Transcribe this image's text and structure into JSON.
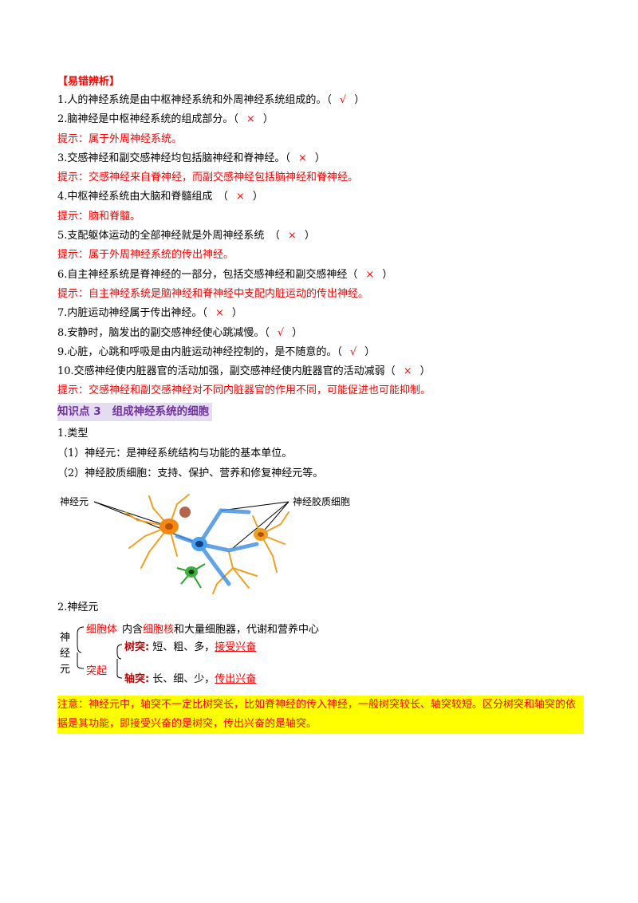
{
  "section_tag": "【易错辨析】",
  "items": [
    {
      "text": "1.人的神经系统是由中枢神经系统和外周神经系统组成的。（",
      "mark": "√",
      "close": "）"
    },
    {
      "text": "2.脑神经是中枢神经系统的组成部分。（",
      "mark": "×",
      "close": "）",
      "hint": "提示：属于外周神经系统。"
    },
    {
      "text": "3.交感神经和副交感神经均包括脑神经和脊神经。（",
      "mark": "×",
      "close": "）",
      "hint": "提示：交感神经来自脊神经，而副交感神经包括脑神经和脊神经。"
    },
    {
      "text": "4.中枢神经系统由大脑和脊髓组成　（",
      "mark": "×",
      "close": "）",
      "hint": "提示：脑和脊髓。"
    },
    {
      "text": "5.支配躯体运动的全部神经就是外周神经系统　（",
      "mark": "×",
      "close": "）",
      "hint": "提示：属于外周神经系统的传出神经。"
    },
    {
      "text": "6.自主神经系统是脊神经的一部分，包括交感神经和副交感神经（",
      "mark": "×",
      "close": "）",
      "hint": "提示：自主神经系统是脑神经和脊神经中支配内脏运动的传出神经。"
    },
    {
      "text": "7.内脏运动神经属于传出神经。（",
      "mark": "×",
      "close": "）"
    },
    {
      "text": "8.安静时，脑发出的副交感神经使心跳减慢。（",
      "mark": "√",
      "close": "）"
    },
    {
      "text": "9.心脏，心跳和呼吸是由内脏运动神经控制的，是不随意的。（",
      "mark": "√",
      "close": "）"
    },
    {
      "text": "10.交感神经使内脏器官的活动加强，副交感神经使内脏器官的活动减弱（",
      "mark": "×",
      "close": "）",
      "hint": "提示：交感神经和副交感神经对不同内脏器官的作用不同，可能促进也可能抑制。"
    }
  ],
  "knowledge": {
    "num": "知识点 3",
    "title": "组成神经系统的细胞"
  },
  "types": {
    "heading": "1.类型",
    "t1": "（1）神经元：是神经系统结构与功能的基本单位。",
    "t2": "（2）神经胶质细胞：支持、保护、营养和修复神经元等。"
  },
  "figure": {
    "label_left": "神经元",
    "label_right": "神经胶质细胞"
  },
  "neuron": {
    "heading": "2.神经元",
    "root1": "神",
    "root2": "经",
    "root3": "元",
    "body_label": "细胞体",
    "body_pre": "内含",
    "body_nucleus": "细胞核",
    "body_post": "和大量细胞器，代谢和营养中心",
    "process_label": "突起",
    "dendrite_label": "树突:",
    "dendrite_desc": "短、粗、多，",
    "dendrite_func": "接受兴奋",
    "axon_label": "轴突:",
    "axon_desc": "长、细、少，",
    "axon_func": "传出兴奋"
  },
  "note": "注意：神经元中，轴突不一定比树突长，比如脊神经的传入神经，一般树突较长、轴突较短。区分树突和轴突的依据是其功能，即接受兴奋的是树突，传出兴奋的是轴突。"
}
